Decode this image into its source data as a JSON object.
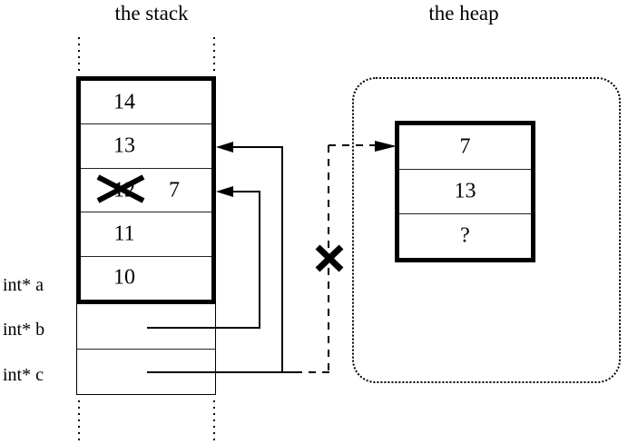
{
  "titles": {
    "stack": "the stack",
    "heap": "the heap"
  },
  "stack": {
    "rows": [
      {
        "value": "14"
      },
      {
        "value": "13"
      },
      {
        "crossed_value": "12",
        "new_value": "7"
      },
      {
        "value": "11"
      },
      {
        "value": "10"
      }
    ]
  },
  "pointer_labels": [
    {
      "label": "int* a"
    },
    {
      "label": "int* b"
    },
    {
      "label": "int* c"
    }
  ],
  "heap": {
    "rows": [
      {
        "value": "7"
      },
      {
        "value": "13"
      },
      {
        "value": "?"
      }
    ]
  },
  "icons": {
    "cross_out": "✗",
    "arrowhead_left": "◄",
    "arrowhead_right": "►"
  },
  "colors": {
    "ink": "#000000",
    "background": "#ffffff"
  }
}
